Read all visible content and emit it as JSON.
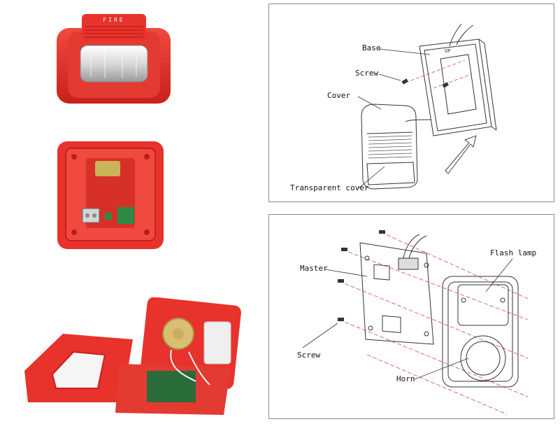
{
  "photos": {
    "horn_text": "FIRE"
  },
  "top_diagram": {
    "labels": {
      "base": "Base",
      "screw": "Screw",
      "cover": "Cover",
      "transparent_cover": "Transparent cover",
      "up_mark": "UP"
    }
  },
  "bottom_diagram": {
    "labels": {
      "master": "Master",
      "flash_lamp": "Flash lamp",
      "screw": "Screw",
      "horn": "Horn"
    }
  },
  "colors": {
    "device_red": "#e8322c",
    "device_dark_red": "#b81d1a",
    "line": "#333333",
    "dash_red": "#e05a5a"
  }
}
